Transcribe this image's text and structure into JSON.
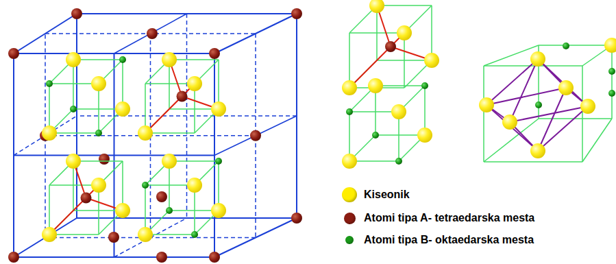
{
  "diagram": {
    "legend": [
      {
        "text": "Kiseonik",
        "color": "#ffee00"
      },
      {
        "text": "Atomi tipa A- tetraedarska mesta",
        "color": "#8b1c12"
      },
      {
        "text": "Atomi tipa B- oktaedarska mesta",
        "color": "#1a9a1a"
      }
    ]
  }
}
